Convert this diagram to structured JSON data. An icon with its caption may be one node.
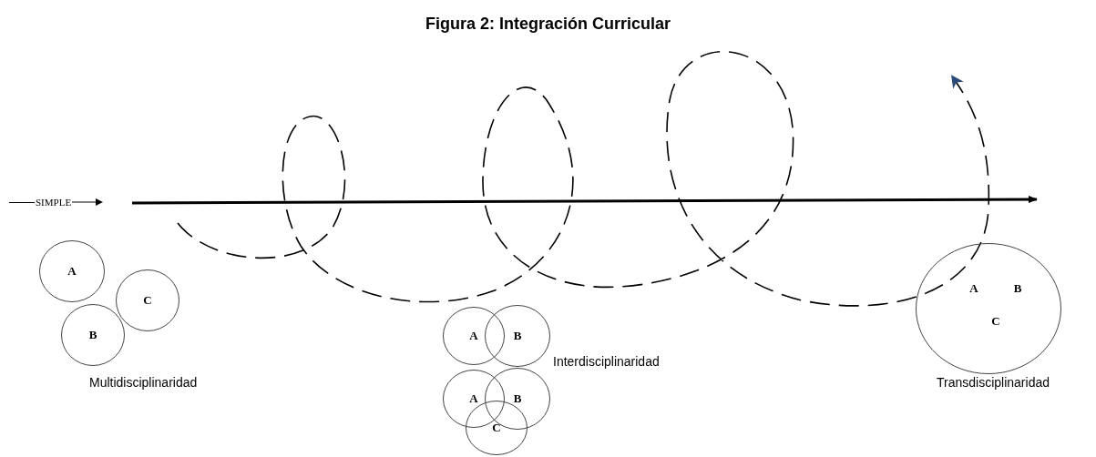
{
  "diagram": {
    "title": "Figura 2: Integración Curricular",
    "nodes": [
      {
        "text": [
          "A"
        ]
      },
      {
        "text": [
          "C"
        ]
      },
      {
        "text": [
          "B"
        ]
      },
      {
        "text": [
          "A"
        ]
      },
      {
        "text": [
          "B"
        ]
      },
      {
        "text": [
          "A"
        ]
      },
      {
        "text": [
          "B"
        ]
      },
      {
        "text": [
          "C"
        ]
      },
      {
        "text": [
          "A",
          "B",
          "C"
        ]
      }
    ],
    "edges": [],
    "labels": [
      "SIMPLE",
      "Multidisciplinaridad",
      "Interdisciplinaridad",
      "Transdisciplinaridad"
    ]
  }
}
